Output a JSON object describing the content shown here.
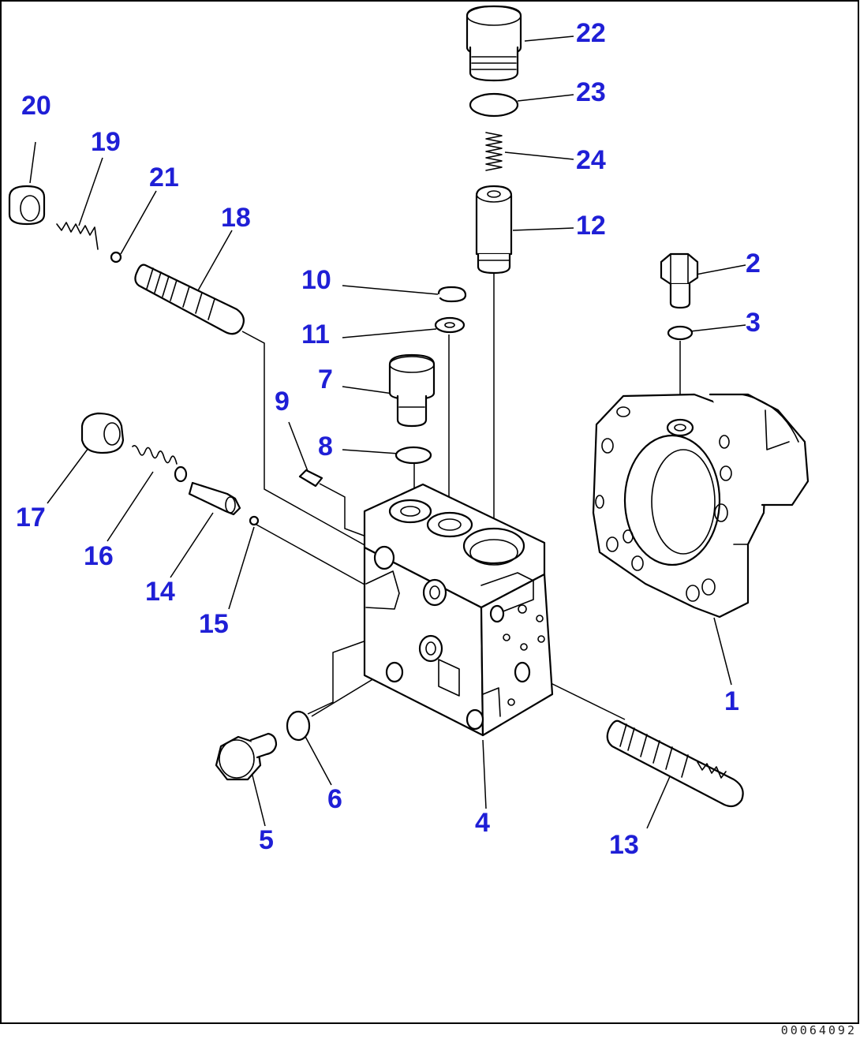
{
  "diagram": {
    "callout_color": "#1f1fd6",
    "line_color": "#000000",
    "document_number": "00064092",
    "callouts": {
      "c1": "1",
      "c2": "2",
      "c3": "3",
      "c4": "4",
      "c5": "5",
      "c6": "6",
      "c7": "7",
      "c8": "8",
      "c9": "9",
      "c10": "10",
      "c11": "11",
      "c12": "12",
      "c13": "13",
      "c14": "14",
      "c15": "15",
      "c16": "16",
      "c17": "17",
      "c18": "18",
      "c19": "19",
      "c20": "20",
      "c21": "21",
      "c22": "22",
      "c23": "23",
      "c24": "24"
    }
  }
}
